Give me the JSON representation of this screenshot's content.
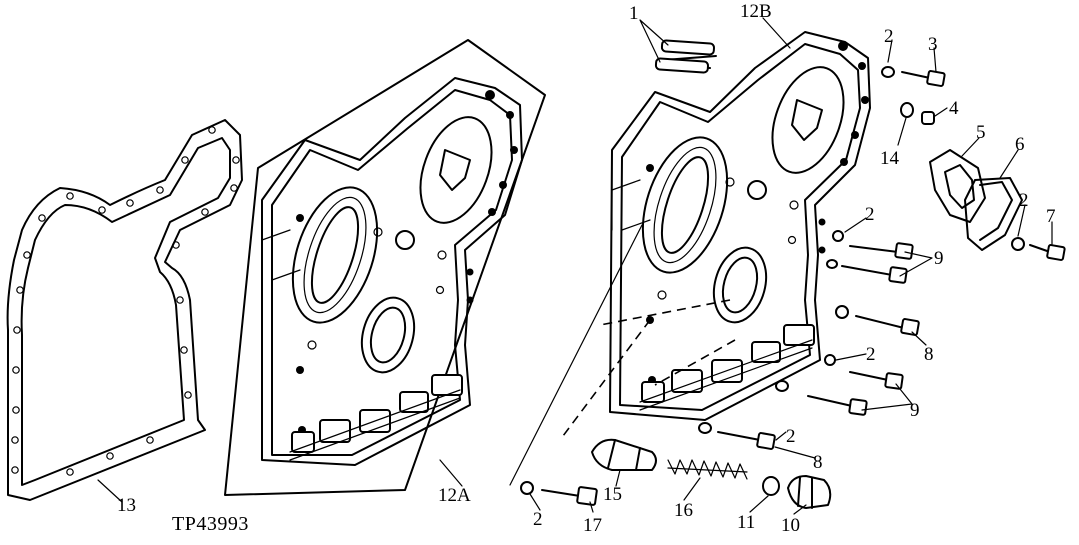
{
  "figure_id": "TP43993",
  "callouts": {
    "c1": "1",
    "c12B": "12B",
    "c2a": "2",
    "c3": "3",
    "c4": "4",
    "c14": "14",
    "c5": "5",
    "c6": "6",
    "c2b": "2",
    "c7": "7",
    "c2c": "2",
    "c9a": "9",
    "c8a": "8",
    "c2d": "2",
    "c9b": "9",
    "c2e": "2",
    "c8b": "8",
    "c15": "15",
    "c16": "16",
    "c11": "11",
    "c10": "10",
    "c2f": "2",
    "c17": "17",
    "c13": "13",
    "c12A": "12A"
  }
}
